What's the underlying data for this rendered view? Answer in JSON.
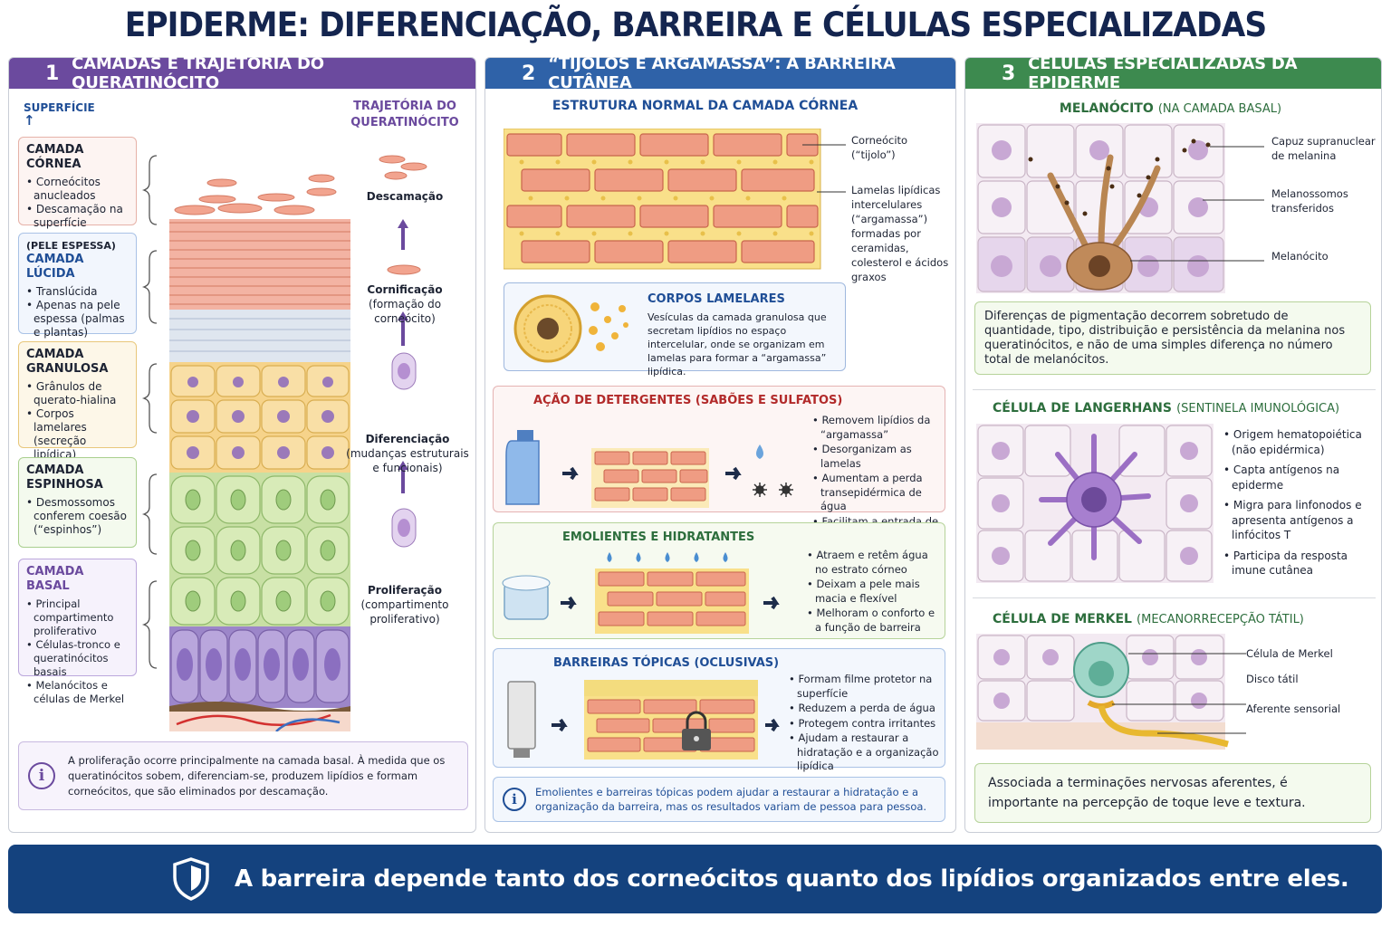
{
  "title": "EPIDERME: DIFERENCIAÇÃO, BARREIRA E CÉLULAS ESPECIALIZADAS",
  "panel1": {
    "num": "1",
    "header": "CAMADAS E TRAJETÓRIA DO QUERATINÓCITO",
    "surface": "SUPERFÍCIE",
    "surface_arrow": "↑",
    "layers": [
      {
        "pre": "",
        "name": "CAMADA CÓRNEA",
        "items": [
          "Corneócitos anucleados",
          "Descamação na superfície"
        ]
      },
      {
        "pre": "(PELE ESPESSA)",
        "name": "CAMADA LÚCIDA",
        "items": [
          "Translúcida",
          "Apenas na pele espessa (palmas e plantas)"
        ]
      },
      {
        "pre": "",
        "name": "CAMADA GRANULOSA",
        "items": [
          "Grânulos de querato-hialina",
          "Corpos lamelares (secreção lipídica)"
        ]
      },
      {
        "pre": "",
        "name": "CAMADA ESPINHOSA",
        "items": [
          "Desmossomos conferem coesão (“espinhos”)"
        ]
      },
      {
        "pre": "",
        "name": "CAMADA BASAL",
        "items": [
          "Principal compartimento proliferativo",
          "Células-tronco e queratinócitos basais",
          "Melanócitos e células de Merkel"
        ]
      }
    ],
    "trajectory_title": "TRAJETÓRIA DO QUERATINÓCITO",
    "steps": [
      {
        "name": "Descamação",
        "desc": ""
      },
      {
        "name": "Cornificação",
        "desc": "(formação do corneócito)"
      },
      {
        "name": "Diferenciação",
        "desc": "(mudanças estruturais e funcionais)"
      },
      {
        "name": "Proliferação",
        "desc": "(compartimento proliferativo)"
      }
    ],
    "info_icon": "i",
    "info": "A proliferação ocorre principalmente na camada basal. À medida que os queratinócitos sobem, diferenciam-se, produzem lipídios e formam corneócitos, que são eliminados por descamação."
  },
  "panel2": {
    "num": "2",
    "header": "“TIJOLOS E ARGAMASSA”: A BARREIRA CUTÂNEA",
    "normal_title": "ESTRUTURA NORMAL DA CAMADA CÓRNEA",
    "label_corneocito": "Corneócito (“tijolo”)",
    "label_lamelas": "Lamelas lipídicas intercelulares (“argamassa”) formadas por ceramidas, colesterol e ácidos graxos",
    "lamellar_title": "CORPOS LAMELARES",
    "lamellar_text": "Vesículas da camada granulosa que secretam lipídios no espaço intercelular, onde se organizam em lamelas para formar a “argamassa” lipídica.",
    "detergent_title": "AÇÃO DE DETERGENTES (SABÕES E SULFATOS)",
    "detergent_items": [
      "Removem lipídios da “argamassa”",
      "Desorganizam as lamelas",
      "Aumentam a perda transepidérmica de água",
      "Facilitam a entrada de irritantes e alérgenos"
    ],
    "emollient_title": "EMOLIENTES E HIDRATANTES",
    "emollient_items": [
      "Atraem e retêm água no estrato córneo",
      "Deixam a pele mais macia e flexível",
      "Melhoram o conforto e a função de barreira"
    ],
    "occlusive_title": "BARREIRAS TÓPICAS (OCLUSIVAS)",
    "occlusive_items": [
      "Formam filme protetor na superfície",
      "Reduzem a perda de água",
      "Protegem contra irritantes",
      "Ajudam a restaurar a hidratação e a organização lipídica"
    ],
    "info_icon": "i",
    "info": "Emolientes e barreiras tópicas podem ajudar a restaurar a hidratação e a organização da barreira, mas os resultados variam de pessoa para pessoa."
  },
  "panel3": {
    "num": "3",
    "header": "CÉLULAS ESPECIALIZADAS DA EPIDERME",
    "melanocyte_title": "MELANÓCITO",
    "melanocyte_sub": "(NA CAMADA BASAL)",
    "melanocyte_labels": [
      "Capuz supranuclear de melanina",
      "Melanossomos transferidos",
      "Melanócito"
    ],
    "melanocyte_note": "Diferenças de pigmentação decorrem sobretudo de quantidade, tipo, distribuição e persistência da melanina nos queratinócitos, e não de uma simples diferença no número total de melanócitos.",
    "langerhans_title": "CÉLULA DE LANGERHANS",
    "langerhans_sub": "(SENTINELA IMUNOLÓGICA)",
    "langerhans_items": [
      "Origem hematopoiética (não epidérmica)",
      "Capta antígenos na epiderme",
      "Migra para linfonodos e apresenta antígenos a linfócitos T",
      "Participa da resposta imune cutânea"
    ],
    "merkel_title": "CÉLULA DE MERKEL",
    "merkel_sub": "(MECANORRECEPÇÃO TÁTIL)",
    "merkel_labels": [
      "Célula de Merkel",
      "Disco tátil",
      "Aferente sensorial"
    ],
    "merkel_note": "Associada a terminações nervosas aferentes, é importante na percepção de toque leve e textura."
  },
  "footer": "A barreira depende tanto dos corneócitos quanto dos lipídios organizados entre eles.",
  "colors": {
    "purple": "#6b4a9e",
    "blue": "#2f62a8",
    "green": "#3d8a4f",
    "navy": "#14427e",
    "red": "#b22a2a"
  }
}
